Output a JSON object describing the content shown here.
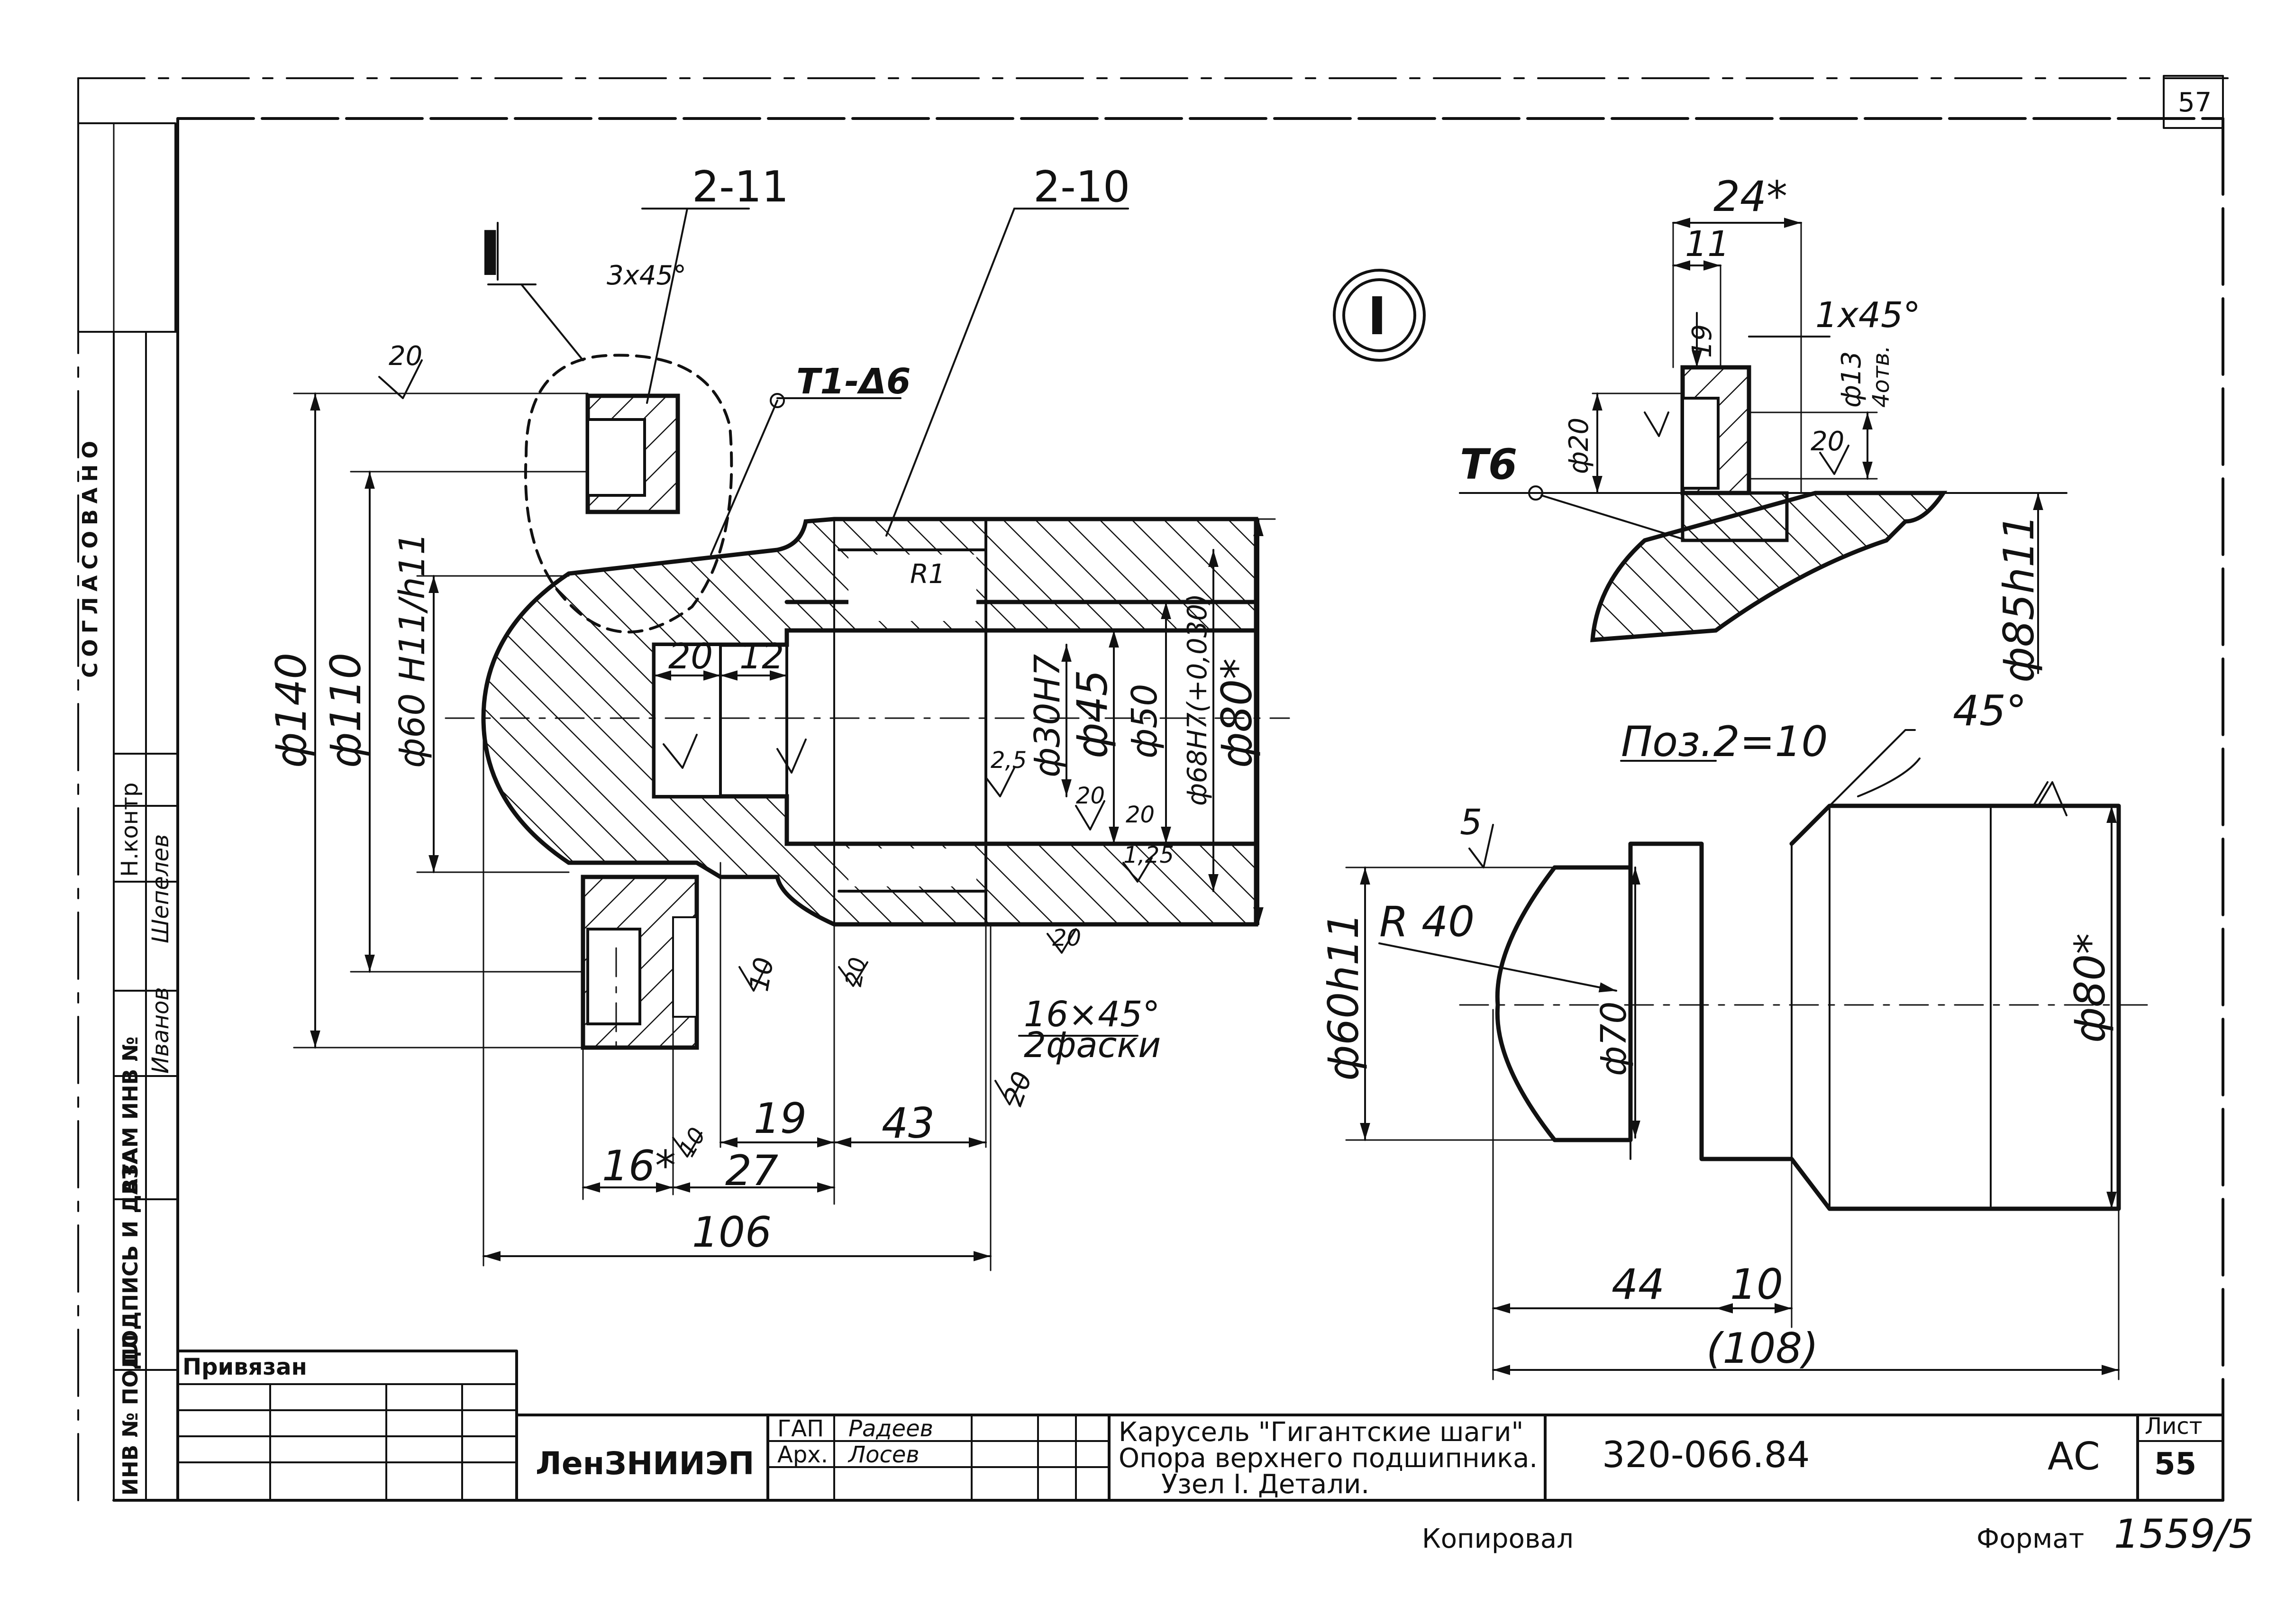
{
  "sheet_number_top": "57",
  "detail_marker": "I",
  "callouts": {
    "c1": "2-11",
    "c2": "2-10",
    "weld_main": "T1-Δ6",
    "weld_detail": "T6",
    "chamfer_main": "3x45°",
    "r1": "R1",
    "chamfer_16": "16×45°",
    "two_chamfers": "2фаски",
    "detail_chamfer": "1x45°",
    "angle45": "45°",
    "pos": "Поз.2=10",
    "r40": "R 40"
  },
  "roughness": {
    "r20": "20",
    "r10": "10",
    "r25": "2,5",
    "r125": "1,25",
    "r5": "5"
  },
  "dims_main": {
    "d140": "ф140",
    "d110": "ф110",
    "d60": "ф60 H11/h11",
    "d30": "ф30H7",
    "d45": "ф45",
    "d50": "ф50",
    "d68": "ф68H7(+0,030)",
    "d80": "ф80*",
    "l20": "20",
    "l12": "12",
    "l19": "19",
    "l43": "43",
    "l16": "16*",
    "l27": "27",
    "l106": "106"
  },
  "dims_detail": {
    "l24": "24*",
    "l11": "11",
    "l19": "19",
    "d20": "ф20",
    "d13": "ф13",
    "d13_note": "4отв.",
    "d85": "ф85h11",
    "r20": "20"
  },
  "dims_pos2": {
    "d60": "ф60h11",
    "d70": "ф70",
    "d80": "ф80*",
    "l44": "44",
    "l10": "10",
    "l108": "(108)"
  },
  "side_strip": {
    "agreed": "СОГЛАСОВАНО",
    "inv_podl": "ИНВ № ПОДЛ",
    "sign_date": "ПОДПИСЬ И ДАТА",
    "vzam": "ВЗАМ ИНВ №",
    "nach": "Н.контр",
    "shep": "Шепелев",
    "ivan": "Иванов"
  },
  "title_block": {
    "privyazan": "Привязан",
    "org": "ЛенЗНИИЭП",
    "role1": "ГАП",
    "name1": "Радеев",
    "role2": "Арх.",
    "name2": "Лосев",
    "title_line1": "Карусель \"Гигантские шаги\"",
    "title_line2": "Опора верхнего подшипника.",
    "title_line3": "Узел I. Детали.",
    "doc_number": "320-066.84",
    "stage": "АС",
    "sheet_label": "Лист",
    "sheet_no": "55"
  },
  "footer": {
    "copied": "Копировал",
    "format": "Формат",
    "code": "1559/5"
  }
}
